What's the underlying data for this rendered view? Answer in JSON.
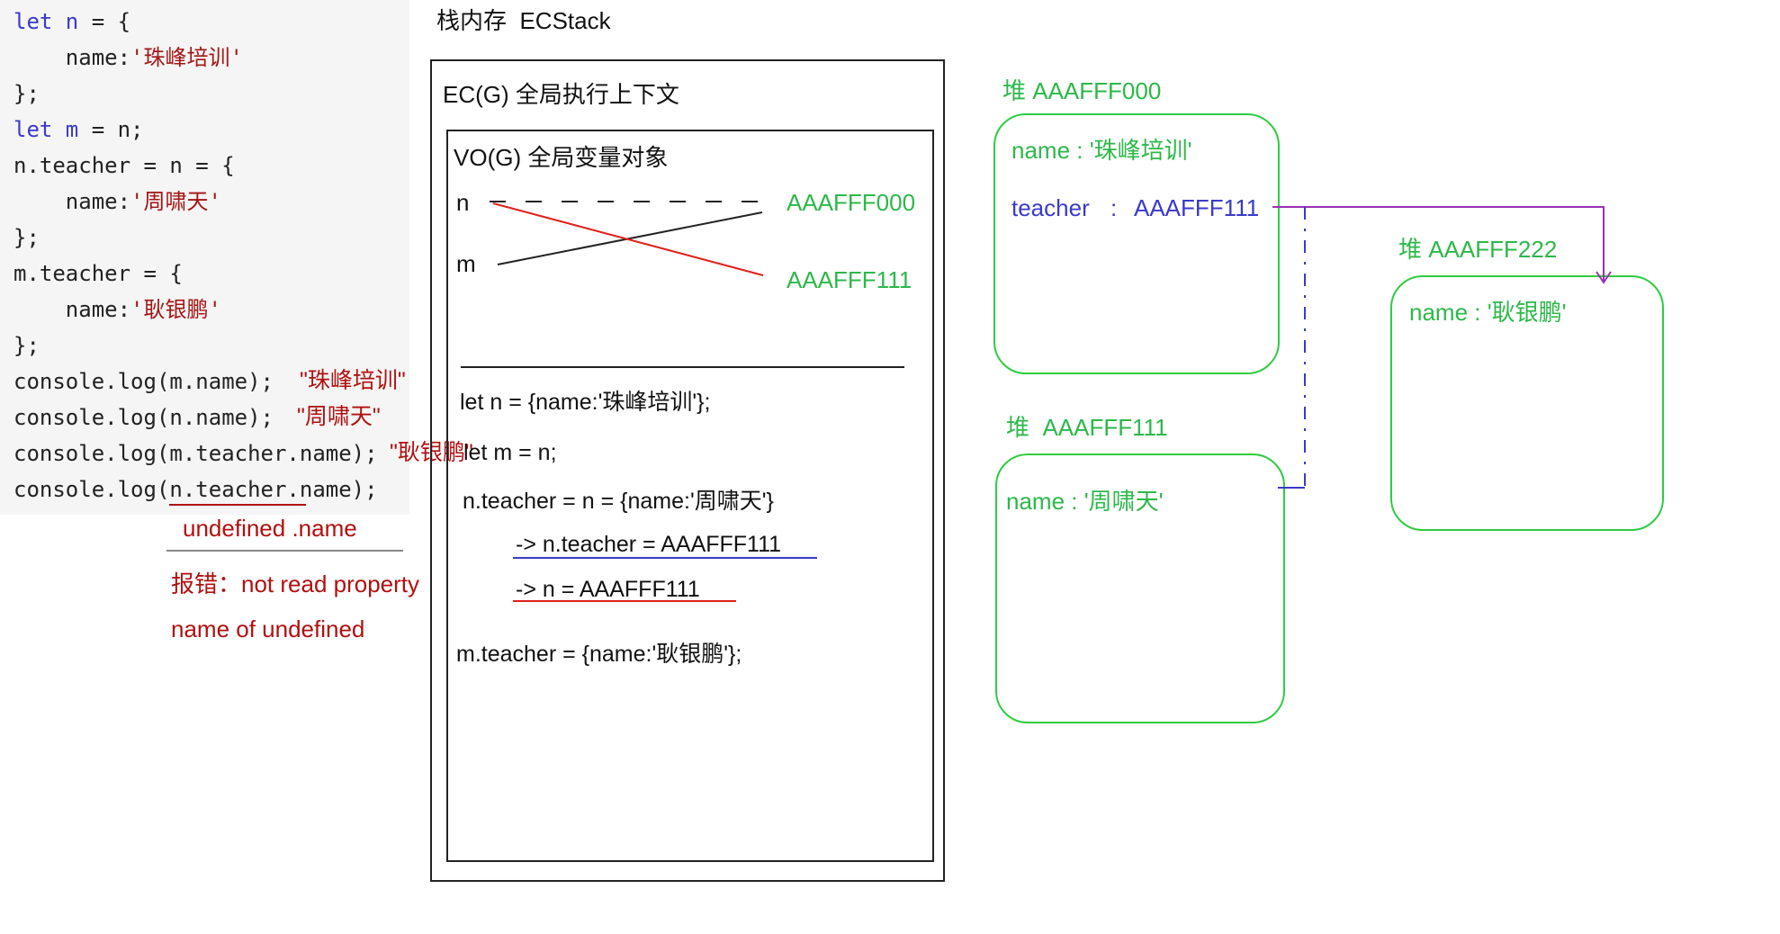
{
  "code": {
    "lines": [
      [
        {
          "t": "let ",
          "c": "kw"
        },
        {
          "t": "n",
          "c": "kw"
        },
        {
          "t": " = {",
          "c": ""
        }
      ],
      [
        {
          "t": "    name:",
          "c": ""
        },
        {
          "t": "'珠峰培训'",
          "c": "str"
        }
      ],
      [
        {
          "t": "};",
          "c": ""
        }
      ],
      [
        {
          "t": "let ",
          "c": "kw"
        },
        {
          "t": "m",
          "c": "kw"
        },
        {
          "t": " = n;",
          "c": ""
        }
      ],
      [
        {
          "t": "n.teacher = n = {",
          "c": ""
        }
      ],
      [
        {
          "t": "    name:",
          "c": ""
        },
        {
          "t": "'周啸天'",
          "c": "str"
        }
      ],
      [
        {
          "t": "};",
          "c": ""
        }
      ],
      [
        {
          "t": "m.teacher = {",
          "c": ""
        }
      ],
      [
        {
          "t": "    name:",
          "c": ""
        },
        {
          "t": "'耿银鹏'",
          "c": "str"
        }
      ],
      [
        {
          "t": "};",
          "c": ""
        }
      ],
      [
        {
          "t": "console.log(m.name);",
          "c": ""
        }
      ],
      [
        {
          "t": "console.log(n.name);",
          "c": ""
        }
      ],
      [
        {
          "t": "console.log(m.teacher.name);",
          "c": ""
        }
      ],
      [
        {
          "t": "console.log(n.teacher.name);",
          "c": ""
        }
      ]
    ],
    "results": {
      "line11": "\"珠峰培训\"",
      "line12": "\"周啸天\"",
      "line13": "\"耿银鹏\""
    },
    "error_notes": {
      "undefined_name": "undefined .name",
      "error_line1": "报错：not read property",
      "error_line2": "name of undefined"
    }
  },
  "stack": {
    "title": "栈内存  ECStack",
    "ec_label": "EC(G) 全局执行上下文",
    "vo_label": "VO(G) 全局变量对象",
    "var_n": "n",
    "var_m": "m",
    "addr_000": "AAAFFF000",
    "addr_111": "AAAFFF111",
    "stmt1": "let n = {name:'珠峰培训'};",
    "stmt2": "let m = n;",
    "stmt3": "n.teacher = n = {name:'周啸天'}",
    "stmt3a": "-> n.teacher = AAAFFF111",
    "stmt3b": "-> n = AAAFFF111",
    "stmt4": "m.teacher = {name:'耿银鹏'};"
  },
  "heap": {
    "h000_title": "堆 AAAFFF000",
    "h000_name": "name : '珠峰培训'",
    "h000_teacher_key": "teacher",
    "h000_teacher_sep": ":",
    "h000_teacher_val": "AAAFFF111",
    "h222_title": "堆 AAAFFF222",
    "h222_name": "name : '耿银鹏'",
    "h111_title": "堆  AAAFFF111",
    "h111_name": "name : '周啸天'"
  },
  "colors": {
    "green": "#2db84a",
    "purple": "#9b30b0",
    "red": "#e0201a",
    "blue": "#3a3ac8",
    "dark_red": "#b01010"
  }
}
